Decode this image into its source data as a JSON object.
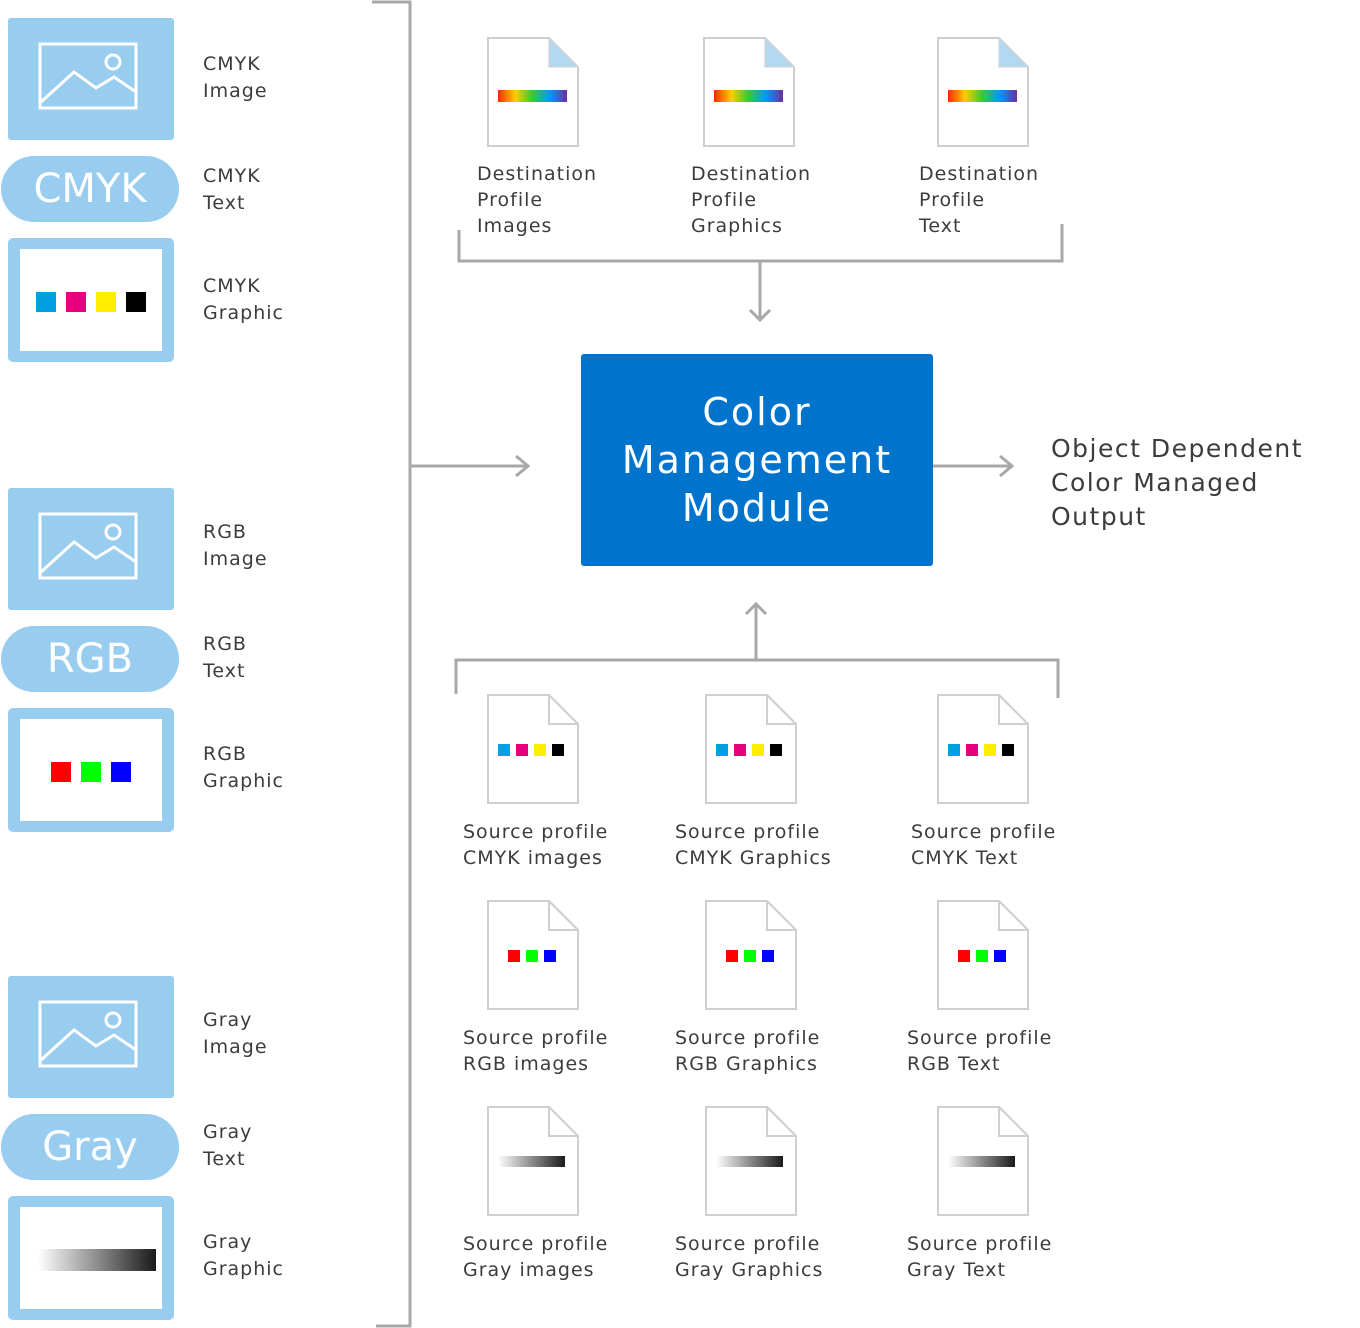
{
  "left_groups": [
    {
      "name": "cmyk",
      "image_label": "CMYK\nImage",
      "text_tile": "CMYK",
      "text_label": "CMYK\nText",
      "graphic_label": "CMYK\nGraphic",
      "swatches": [
        "#00a0e3",
        "#e6007e",
        "#ffed00",
        "#000000"
      ]
    },
    {
      "name": "rgb",
      "image_label": "RGB\nImage",
      "text_tile": "RGB",
      "text_label": "RGB\nText",
      "graphic_label": "RGB\nGraphic",
      "swatches": [
        "#ff0000",
        "#00ff00",
        "#0000ff"
      ]
    },
    {
      "name": "gray",
      "image_label": "Gray\nImage",
      "text_tile": "Gray",
      "text_label": "Gray\nText",
      "graphic_label": "Gray\nGraphic",
      "swatches": []
    }
  ],
  "destination_profiles": [
    "Destination\nProfile\nImages",
    "Destination\nProfile\nGraphics",
    "Destination\nProfile\nText"
  ],
  "module_label": "Color\nManagement\nModule",
  "output_label": "Object Dependent\nColor Managed Output",
  "source_profiles": [
    [
      "Source profile\nCMYK images",
      "Source profile\nCMYK Graphics",
      "Source profile\nCMYK Text"
    ],
    [
      "Source profile\nRGB images",
      "Source profile\nRGB Graphics",
      "Source profile\nRGB Text"
    ],
    [
      "Source profile\nGray images",
      "Source profile\nGray Graphics",
      "Source profile\nGray Text"
    ]
  ],
  "colors": {
    "tile": "#99cdef",
    "module": "#0073cc",
    "connector": "#a8a8a8",
    "doc_fold": "#b3d8f2"
  },
  "icons": {
    "image_tile": "picture-icon",
    "document": "document-icon",
    "arrow": "arrow-icon"
  }
}
